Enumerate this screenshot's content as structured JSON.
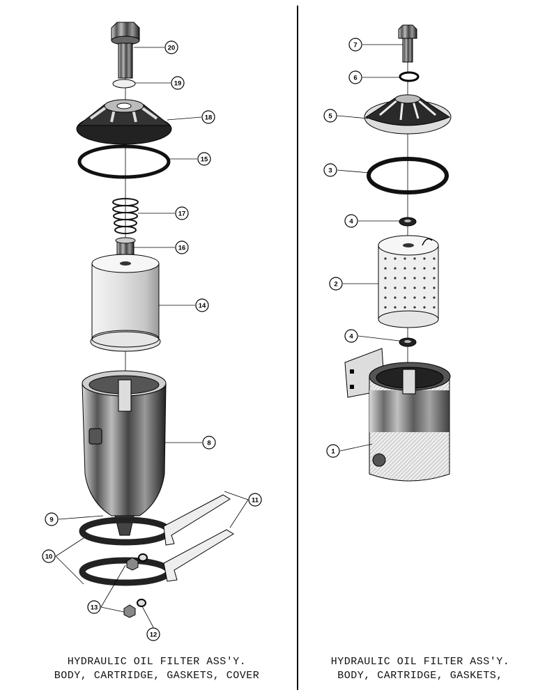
{
  "left_assembly": {
    "caption_line1": "HYDRAULIC OIL FILTER ASS'Y.",
    "caption_line2": "BODY, CARTRIDGE, GASKETS, COVER",
    "callouts": [
      "20",
      "19",
      "18",
      "15",
      "17",
      "16",
      "14",
      "8",
      "11",
      "9",
      "10",
      "13",
      "12"
    ]
  },
  "right_assembly": {
    "caption_line1": "HYDRAULIC OIL FILTER ASS'Y.",
    "caption_line2": "BODY, CARTRIDGE, GASKETS,",
    "callouts": [
      "7",
      "6",
      "5",
      "3",
      "4",
      "2",
      "4",
      "1"
    ]
  }
}
